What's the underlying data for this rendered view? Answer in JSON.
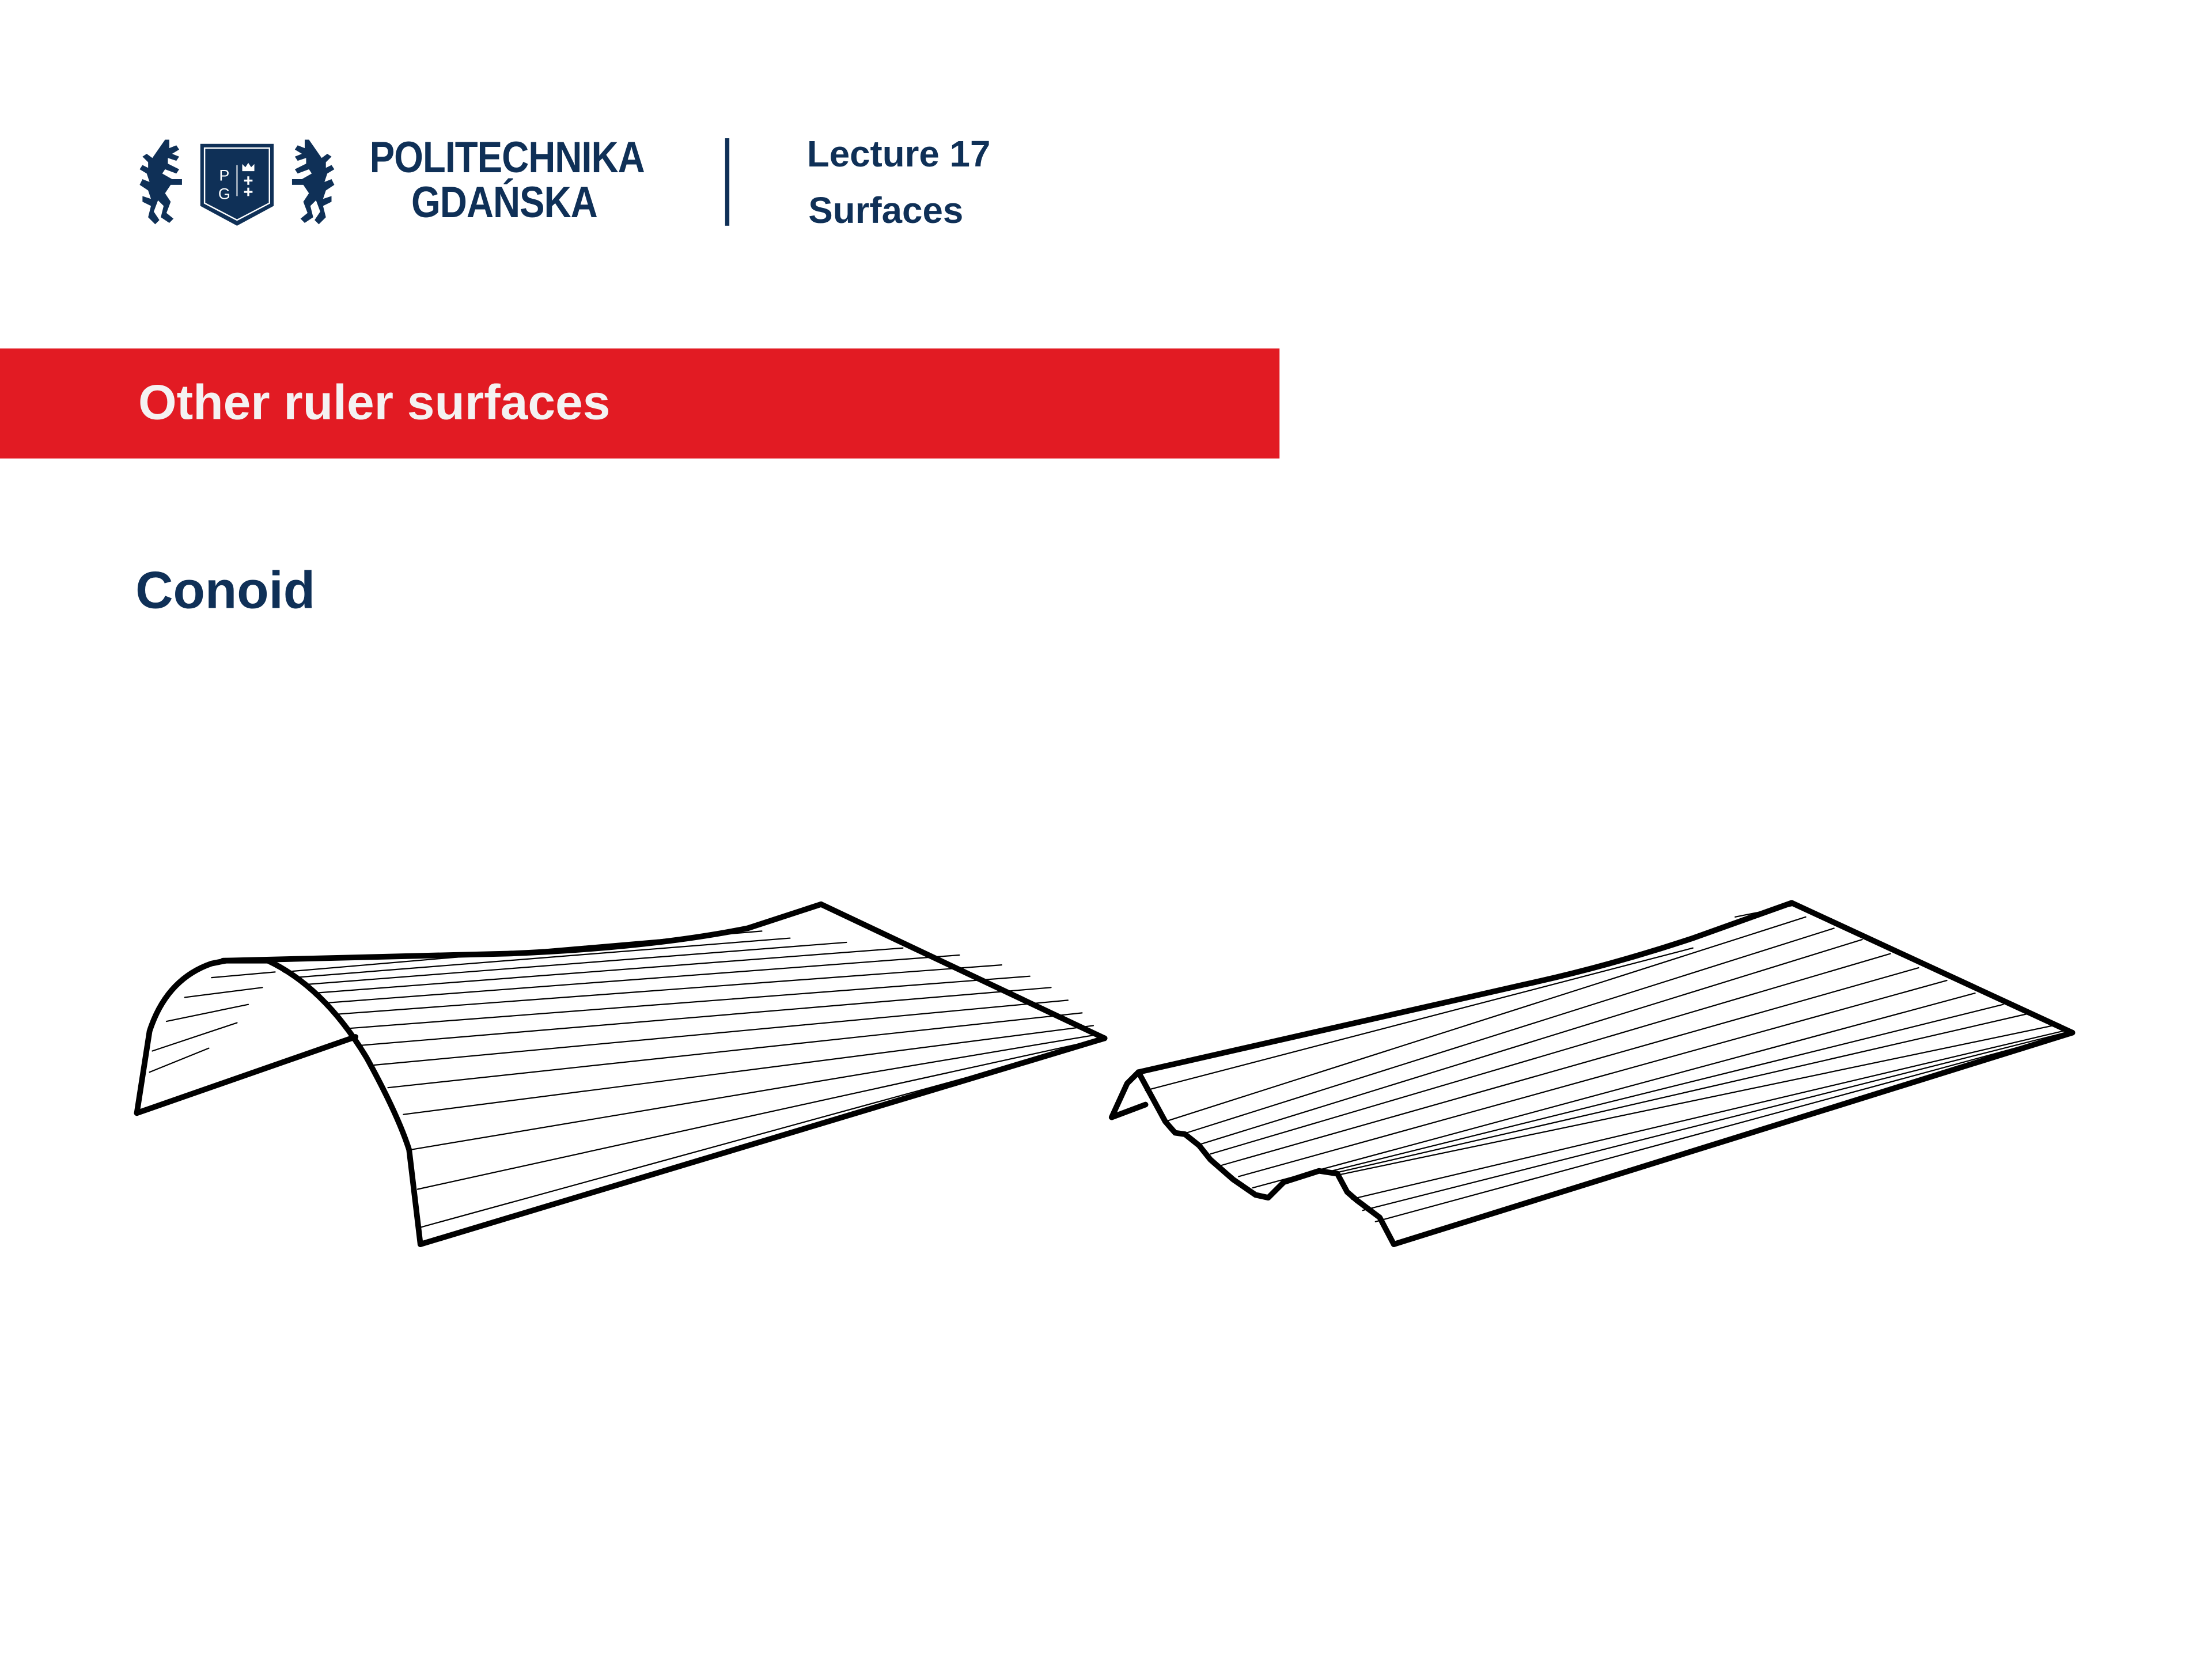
{
  "header": {
    "institution_line1": "POLITECHNIKA",
    "institution_line2": "GDAŃSKA",
    "logo_letters": [
      "P",
      "G"
    ],
    "lecture": "Lecture 17",
    "subject": "Surfaces"
  },
  "band": {
    "title": "Other ruler surfaces"
  },
  "section": {
    "title": "Conoid"
  },
  "figures": [
    {
      "name": "conoid-arch-to-line",
      "description": "Conoid spanning a circular arch directrix and a straight line"
    },
    {
      "name": "conoid-corrugated-to-line",
      "description": "Conoid spanning a corrugated (trapezoidal) directrix and a straight line"
    }
  ],
  "colors": {
    "brand_navy": "#0f3057",
    "band_red": "#e21b23",
    "band_text": "#f4f2f2",
    "line": "#000000",
    "background": "#ffffff"
  }
}
